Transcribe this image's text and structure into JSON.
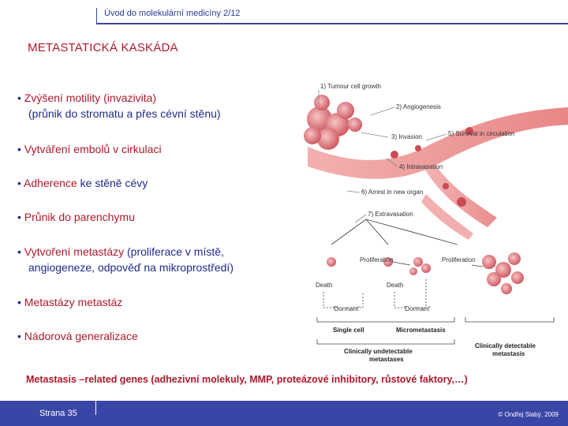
{
  "header": {
    "text": "Úvod do molekulární medicíny 2/12"
  },
  "title": "METASTATICKÁ KASKÁDA",
  "bullets": [
    {
      "red": "Zvýšení motility (invazivita)",
      "rest": "",
      "line2": "(průnik do stromatu a přes cévní stěnu)"
    },
    {
      "red": "Vytváření embolů v cirkulaci",
      "rest": "",
      "line2": ""
    },
    {
      "red": "Adherence",
      "rest": " ke stěně cévy",
      "line2": ""
    },
    {
      "red": "Průnik do parenchymu",
      "rest": "",
      "line2": ""
    },
    {
      "red": "Vytvoření metastázy",
      "rest": " (proliferace v místě,",
      "line2": "angiogeneze, odpověď na mikroprostředí)"
    },
    {
      "red": "Metastázy metastáz",
      "rest": "",
      "line2": ""
    },
    {
      "red": "Nádorová generalizace",
      "rest": "",
      "line2": ""
    }
  ],
  "bullet_marker": "•",
  "figure": {
    "steps": [
      "1) Tumour cell growth",
      "2) Angiogenesis",
      "3) Invasion",
      "4) Intravasation",
      "5) Survival in circulation",
      "6) Arrest in new organ",
      "7) Extravasation"
    ],
    "proliferation": [
      "Proliferation",
      "Proliferation"
    ],
    "death": [
      "Death",
      "Death"
    ],
    "dormant": [
      "'Dormant'",
      "'Dormant'"
    ],
    "single_cell": "Single cell",
    "micrometastasis": "Micrometastasis",
    "undetectable": [
      "Clinically undetectable",
      "metastases"
    ],
    "detectable": [
      "Clinically detectable",
      "metastasis"
    ]
  },
  "footnote": "Metastasis –related genes (adhezivní molekuly, MMP, proteázové inhibitory, růstové faktory,…)",
  "footer": {
    "page": "Strana 35",
    "copyright": "© Ondřej Slabý, 2009"
  },
  "colors": {
    "accent_blue": "#3a46a6",
    "title_red": "#b0182a",
    "text_blue": "#1f2a8a"
  }
}
